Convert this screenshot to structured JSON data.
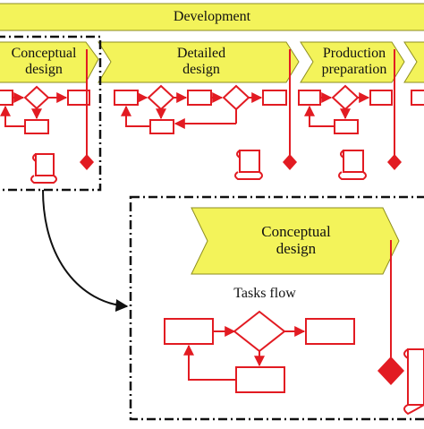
{
  "header": {
    "title": "Development"
  },
  "phases": [
    {
      "label_line1": "Conceptual",
      "label_line2": "design"
    },
    {
      "label_line1": "Detailed",
      "label_line2": "design"
    },
    {
      "label_line1": "Production",
      "label_line2": "preparation"
    }
  ],
  "detail": {
    "phase_line1": "Conceptual",
    "phase_line2": "design",
    "tasks_flow_label": "Tasks flow"
  },
  "colors": {
    "banner_fill": "#f3f35a",
    "banner_stroke": "#8e8e20",
    "flow_red": "#e21b22",
    "frame_black": "#111111"
  },
  "icons": [
    "milestone-diamond-icon",
    "document-scroll-icon",
    "decision-diamond-icon",
    "task-box-icon"
  ]
}
